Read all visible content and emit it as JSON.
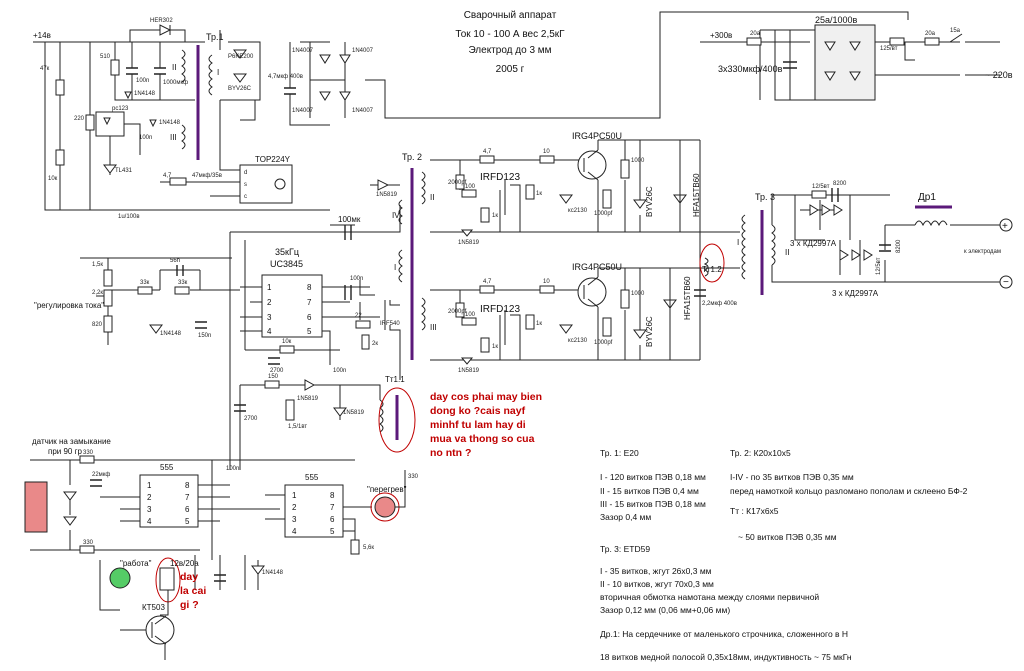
{
  "title": {
    "line1": "Сварочный аппарат",
    "line2": "Ток 10 - 100 А   вес 2,5кГ",
    "line3": "Электрод  до 3 мм",
    "line4": "2005 г"
  },
  "supply": {
    "plus14": "+14в",
    "plus300": "+300в",
    "mains": "~ 220в",
    "caps": "3х330мкф/400в",
    "bridge": "25а/1000в",
    "fuse20a": "20а",
    "fuse15a": "15а",
    "res125": "125/вт"
  },
  "tr1": {
    "label": "Тр.1",
    "w1": "I",
    "w2": "II",
    "w3": "III"
  },
  "top_parts": {
    "her302": "HER302",
    "p6ke": "P6KE200",
    "byv": "BYV26C",
    "d1n4007": "1N4007",
    "pc123": "pc123",
    "tl431": "TL431",
    "top224": "TOP224Y",
    "top_d": "d",
    "top_s": "s",
    "top_c": "c",
    "c47": "4,7мкф 400в",
    "c1000": "1000мкф",
    "c100n": "100n",
    "r47": "47к",
    "r510": "510",
    "r220": "220",
    "r10k": "10к",
    "r4_7": "4,7",
    "c47_35": "47мкф/35в",
    "c1u": "1u/100в",
    "d4148": "1N4148"
  },
  "pwm": {
    "freq": "35кГц",
    "chip": "UC3845",
    "pins_left": [
      "1",
      "2",
      "3",
      "4"
    ],
    "pins_right": [
      "8",
      "7",
      "6",
      "5"
    ],
    "reg_label": "\"регулировка тока\"",
    "c100mk": "100мк",
    "irf": "IRF540",
    "r2": "2к",
    "r22": "22",
    "r1k5": "1,5к",
    "r2_2k": "2,2к",
    "r33k": "33к",
    "r820": "820",
    "c56n": "56n",
    "c150": "150n",
    "c2700": "2700",
    "r10k": "10к"
  },
  "tr2": {
    "label": "Тр. 2",
    "w4": "IV",
    "w1": "I",
    "w2": "II",
    "w3": "III"
  },
  "power": {
    "igbt_top": "IRG4PC50U",
    "igbt_bot": "IRG4PC50U",
    "irfd_top": "IRFD123",
    "irfd_bot": "IRFD123",
    "byv_top": "BYV26C",
    "byv_bot": "BYV26C",
    "hfa_top": "HFA15TB60",
    "hfa_bot": "HFA15TB60",
    "r47": "4,7",
    "r10": "10",
    "r100": "100",
    "r2k": "2000pf",
    "kc": "кс2130",
    "c1000": "1000",
    "c1000p": "1000pf",
    "c22": "2,2мкф 400в",
    "d5819": "1N5819",
    "tt12": "Тт1.2",
    "r1k": "1к"
  },
  "tr3": {
    "label": "Тр. 3",
    "w1": "I",
    "w2": "II",
    "kd_top": "3 х КД2997А",
    "kd_bot": "3 х КД2997А",
    "dr1": "Др1",
    "to_electrodes": "к электродам",
    "c8200": "8200",
    "r12": "12/5вт"
  },
  "timers": {
    "chip1": "555",
    "chip2": "555",
    "t1_left": [
      "1",
      "2",
      "3",
      "4"
    ],
    "t1_right": [
      "8",
      "7",
      "6",
      "5"
    ],
    "t2_left": [
      "1",
      "2",
      "3",
      "4"
    ],
    "t2_right": [
      "8",
      "7",
      "6",
      "5"
    ],
    "sensor_line1": "датчик на замыкание",
    "sensor_line2": "при 90 гр",
    "rabota": "\"работа\"",
    "peregrev": "\"перегрев\"",
    "relay": "12в/20а",
    "kt": "КТ503",
    "tt11": "Тт1.1",
    "d5819": "1N5819",
    "r150": "150",
    "r15": "1,5/1вт",
    "c22": "22мкф",
    "r330": "330",
    "r2700": "2700",
    "r5_6k": "5,6к"
  },
  "questions": {
    "q1": [
      "day cos phai may bien",
      "dong ko ?cais nayf",
      "minhf tu lam hay di",
      "mua va thong so cua",
      "no ntn ?"
    ],
    "q2": [
      "day",
      "la cai",
      "gi ?"
    ]
  },
  "notes": {
    "tr1_head": "Тр. 1:  Е20",
    "tr1_l1": "I - 120 витков ПЭВ 0,18 мм",
    "tr1_l2": "II - 15 витков ПЭВ 0,4 мм",
    "tr1_l3": "III - 15 витков ПЭВ 0,18 мм",
    "tr1_l4": "Зазор 0,4 мм",
    "tr2_head": "Тр. 2:  К20х10х5",
    "tr2_l1": "I-IV - по 35 витков ПЭВ 0,35 мм",
    "tr2_l2": "перед намоткой кольцо разломано пополам и склеено  БФ-2",
    "tt_head": "Тт : К17х6х5",
    "tt_l1": "~ 50 витков ПЭВ 0,35 мм",
    "tr3_head": "Тр. 3:  ETD59",
    "tr3_l1": "I - 35 витков, жгут 26х0,3 мм",
    "tr3_l2": "II - 10 витков, жгут 70х0,3 мм",
    "tr3_l3": "вторичная обмотка намотана между слоями первичной",
    "tr3_l4": "Зазор  0,12 мм (0,06 мм+0,06 мм)",
    "dr_head": "Др.1:  На сердечнике от маленького строчника, сложенного в Н",
    "dr_l1": "18 витков медной полосой 0,35х18мм, индуктивность ~  75 мкГн"
  }
}
